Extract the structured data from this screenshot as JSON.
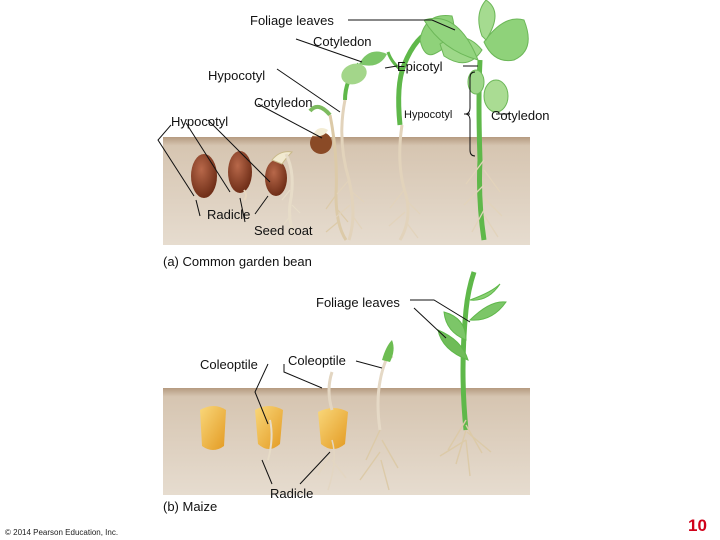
{
  "bean": {
    "labels": {
      "foliage_leaves": "Foliage leaves",
      "cotyledon_top": "Cotyledon",
      "epicotyl": "Epicotyl",
      "hypocotyl_top": "Hypocotyl",
      "cotyledon_mid": "Cotyledon",
      "hypocotyl_right": "Hypocotyl",
      "cotyledon_right": "Cotyledon",
      "hypocotyl_left": "Hypocotyl",
      "radicle": "Radicle",
      "seed_coat": "Seed coat"
    },
    "caption": "(a) Common garden bean"
  },
  "maize": {
    "labels": {
      "foliage_leaves": "Foliage leaves",
      "coleoptile_left": "Coleoptile",
      "coleoptile_mid": "Coleoptile",
      "radicle": "Radicle"
    },
    "caption": "(b) Maize"
  },
  "footer": {
    "copyright": "© 2014 Pearson Education, Inc.",
    "page_number": "10"
  },
  "colors": {
    "soil": "#cdb9a2",
    "stem_green": "#5fb84a",
    "leaf_green": "#8fd27a",
    "bean_brown": "#8a3a20",
    "kernel_yellow": "#f2b640",
    "root": "#d9c9b5"
  }
}
